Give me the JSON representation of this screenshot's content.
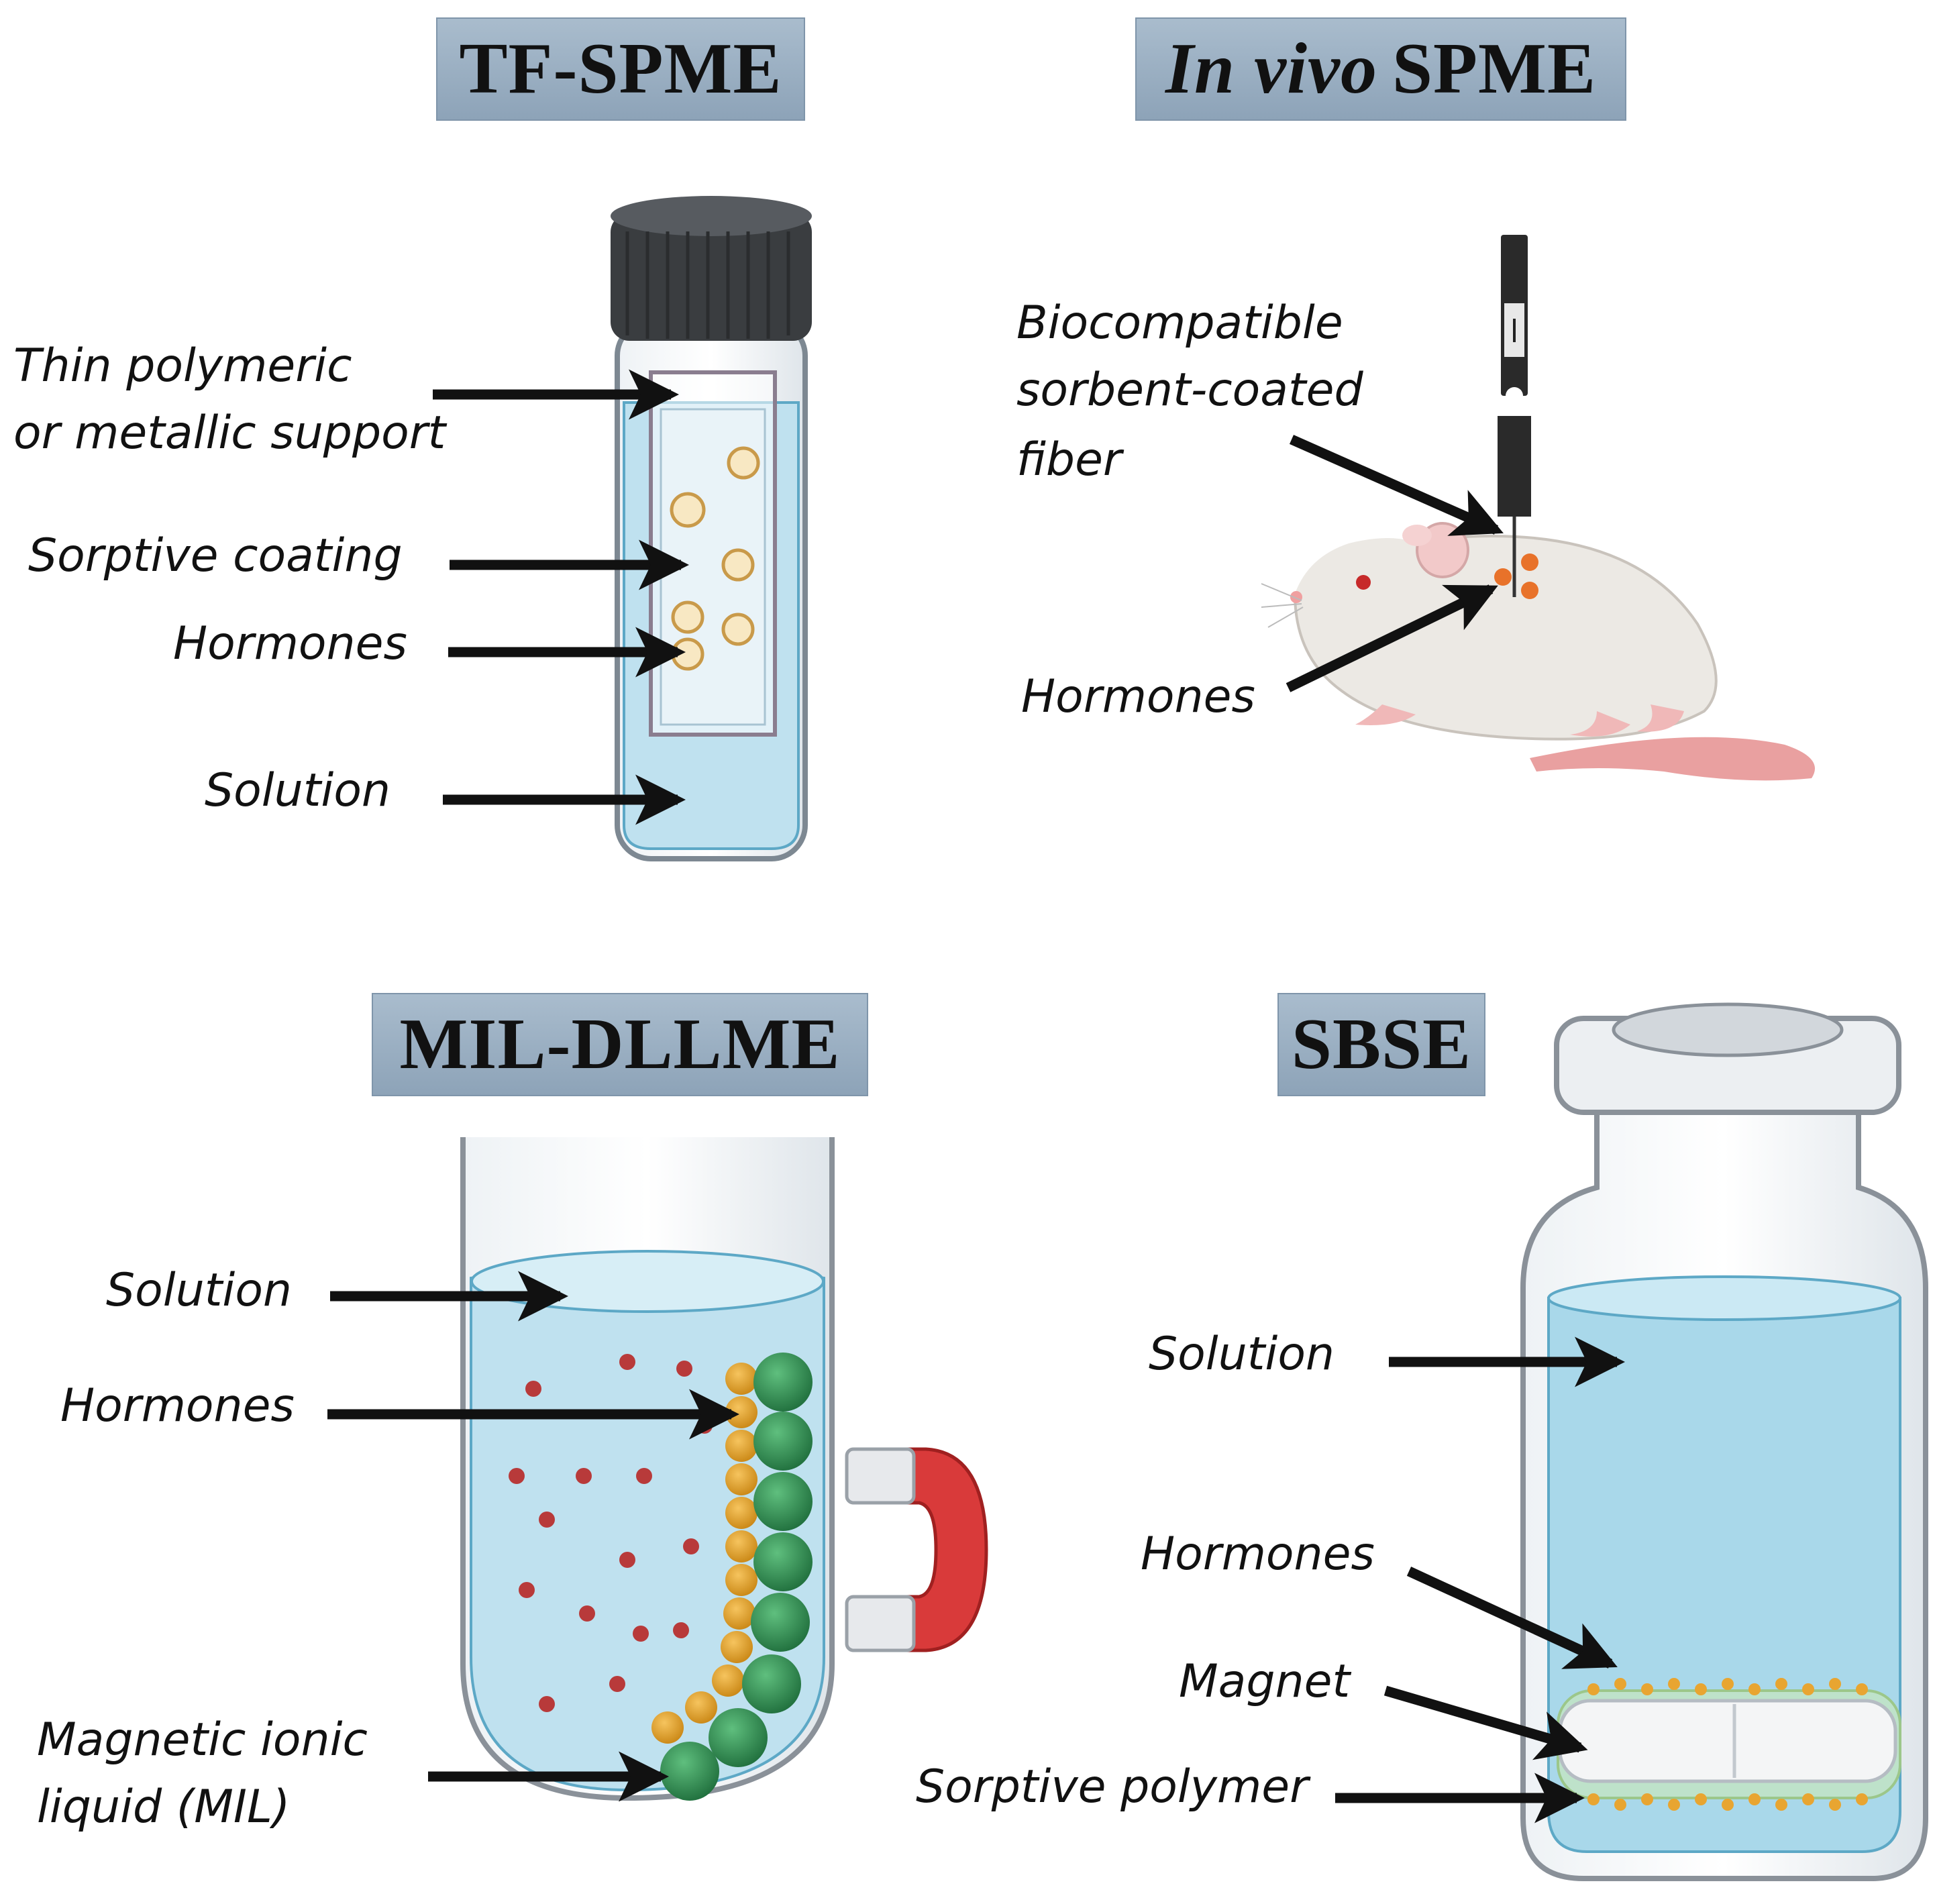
{
  "panels": {
    "tf_spme": {
      "title": "TF-SPME",
      "labels": {
        "support_line1": "Thin polymeric",
        "support_line2": "or metallic support",
        "coating": "Sorptive coating",
        "hormones": "Hormones",
        "solution": "Solution"
      }
    },
    "in_vivo_spme": {
      "title_italic": "In vivo",
      "title_rest": "SPME",
      "labels": {
        "fiber_line1": "Biocompatible",
        "fiber_line2": "sorbent-coated",
        "fiber_line3": "fiber",
        "hormones": "Hormones"
      }
    },
    "mil_dllme": {
      "title": "MIL-DLLME",
      "labels": {
        "solution": "Solution",
        "hormones": "Hormones",
        "mil_line1": "Magnetic ionic",
        "mil_line2": "liquid (MIL)"
      }
    },
    "sbse": {
      "title": "SBSE",
      "labels": {
        "solution": "Solution",
        "hormones": "Hormones",
        "magnet": "Magnet",
        "polymer": "Sorptive polymer"
      }
    }
  },
  "colors": {
    "title_bg": "#9fb3c6",
    "solution": "#bfe1ef",
    "hormone_orange": "#e8a531",
    "mil_green": "#2e8b4f",
    "hormone_red": "#b83a3a",
    "magnet_red": "#d93a3a"
  }
}
